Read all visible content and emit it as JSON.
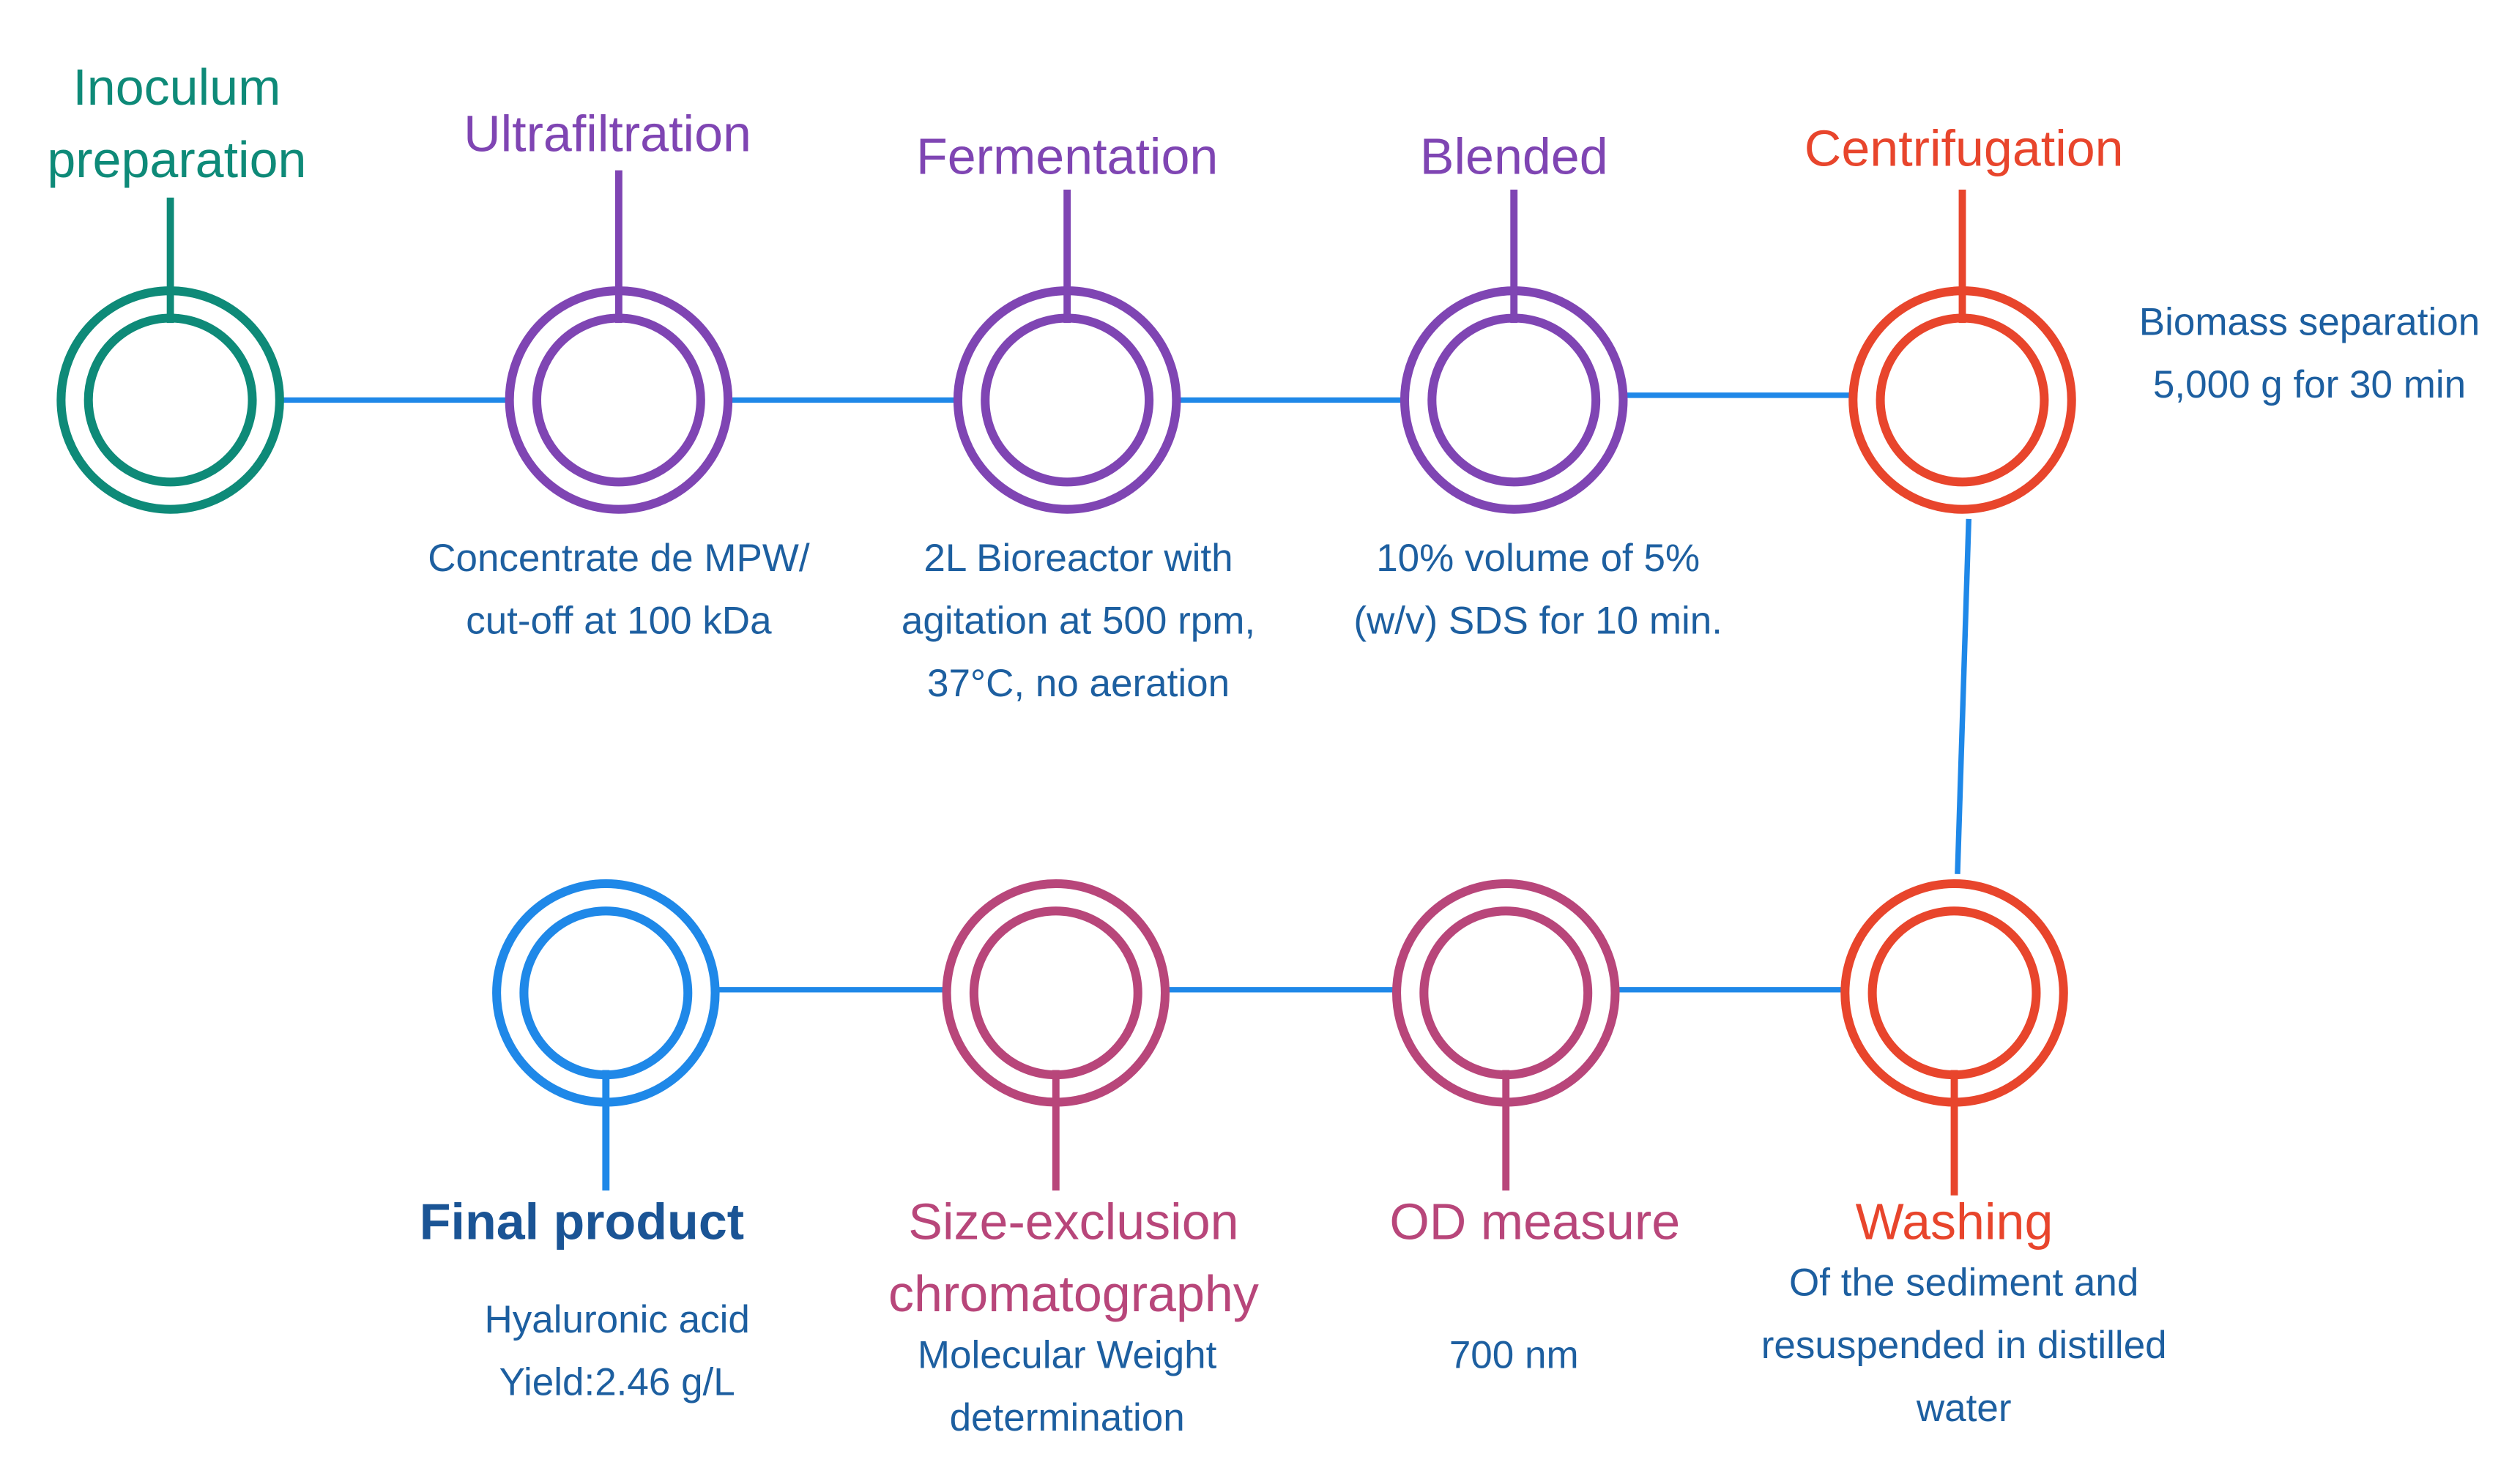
{
  "steps": [
    {
      "title": [
        "Inoculum",
        "preparation"
      ],
      "description": [],
      "color": "#0e8a78"
    },
    {
      "title": [
        "Ultrafiltration"
      ],
      "description": [
        "Concentrate de MPW/",
        "cut-off at 100 kDa"
      ],
      "color": "#7f45b3"
    },
    {
      "title": [
        "Fermentation"
      ],
      "description": [
        "2L Bioreactor with",
        "agitation at 500 rpm,",
        "37°C, no aeration"
      ],
      "color": "#7f45b3"
    },
    {
      "title": [
        "Blended"
      ],
      "description": [
        "10% volume of 5%",
        "(w/v) SDS for 10 min."
      ],
      "color": "#7f45b3"
    },
    {
      "title": [
        "Centrifugation"
      ],
      "description": [
        "Biomass separation",
        "5,000 g for 30 min"
      ],
      "color": "#e8452c"
    },
    {
      "title": [
        "Washing"
      ],
      "description": [
        "Of the sediment and",
        "resuspended in distilled",
        "water"
      ],
      "color": "#e8452c"
    },
    {
      "title": [
        "OD measure"
      ],
      "description": [
        "700 nm"
      ],
      "color": "#b8467a"
    },
    {
      "title": [
        "Size-exclusion",
        "chromatography"
      ],
      "description": [
        "Molecular Weight",
        "determination"
      ],
      "color": "#b8467a"
    },
    {
      "title": [
        "Final product"
      ],
      "description": [
        "Hyaluronic acid",
        "Yield:2.46 g/L"
      ],
      "color": "#1f88e8"
    }
  ],
  "colors": {
    "connector": "#1f88e8",
    "description_text": "#1d5fa0",
    "final_title": "#1a5495"
  }
}
